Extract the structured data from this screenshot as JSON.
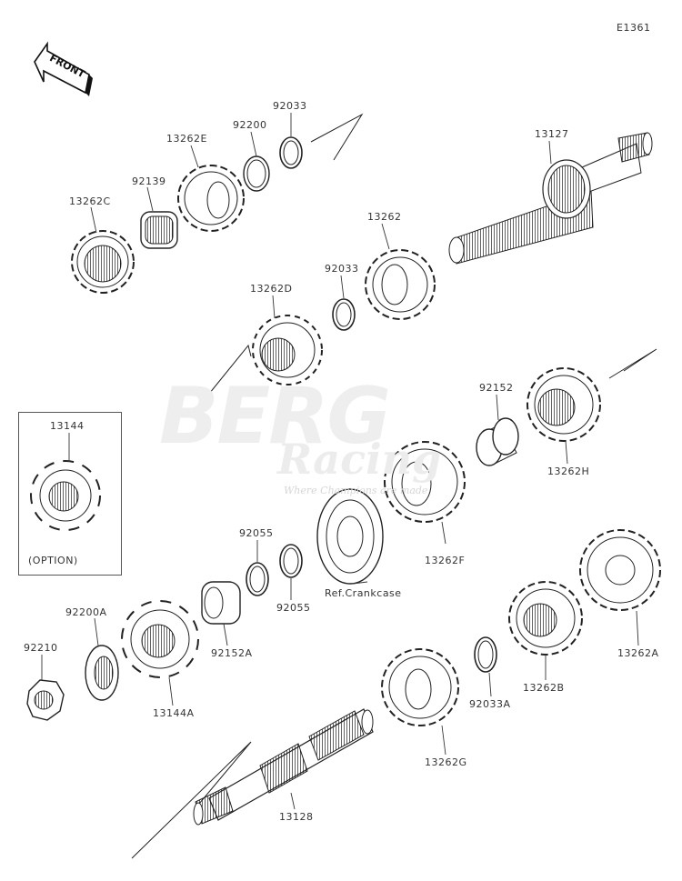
{
  "diagram_id": "E1361",
  "front_label": "FRONT",
  "option_label": "(OPTION)",
  "watermark": {
    "main": "BERG",
    "sub": "Racing",
    "tagline": "Where Champions are made"
  },
  "parts": {
    "p92033_top": "92033",
    "p92200": "92200",
    "p13262E": "13262E",
    "p92139": "92139",
    "p13262C": "13262C",
    "p13127": "13127",
    "p13262": "13262",
    "p92033_mid": "92033",
    "p13262D": "13262D",
    "p92152": "92152",
    "p13262H": "13262H",
    "p13144": "13144",
    "p13262F": "13262F",
    "p92055_a": "92055",
    "p92055_b": "92055",
    "p92152A": "92152A",
    "ref_crankcase": "Ref.Crankcase",
    "p92200A": "92200A",
    "p92210": "92210",
    "p13144A": "13144A",
    "p13262A": "13262A",
    "p13262B": "13262B",
    "p92033A": "92033A",
    "p13262G": "13262G",
    "p13128": "13128"
  }
}
